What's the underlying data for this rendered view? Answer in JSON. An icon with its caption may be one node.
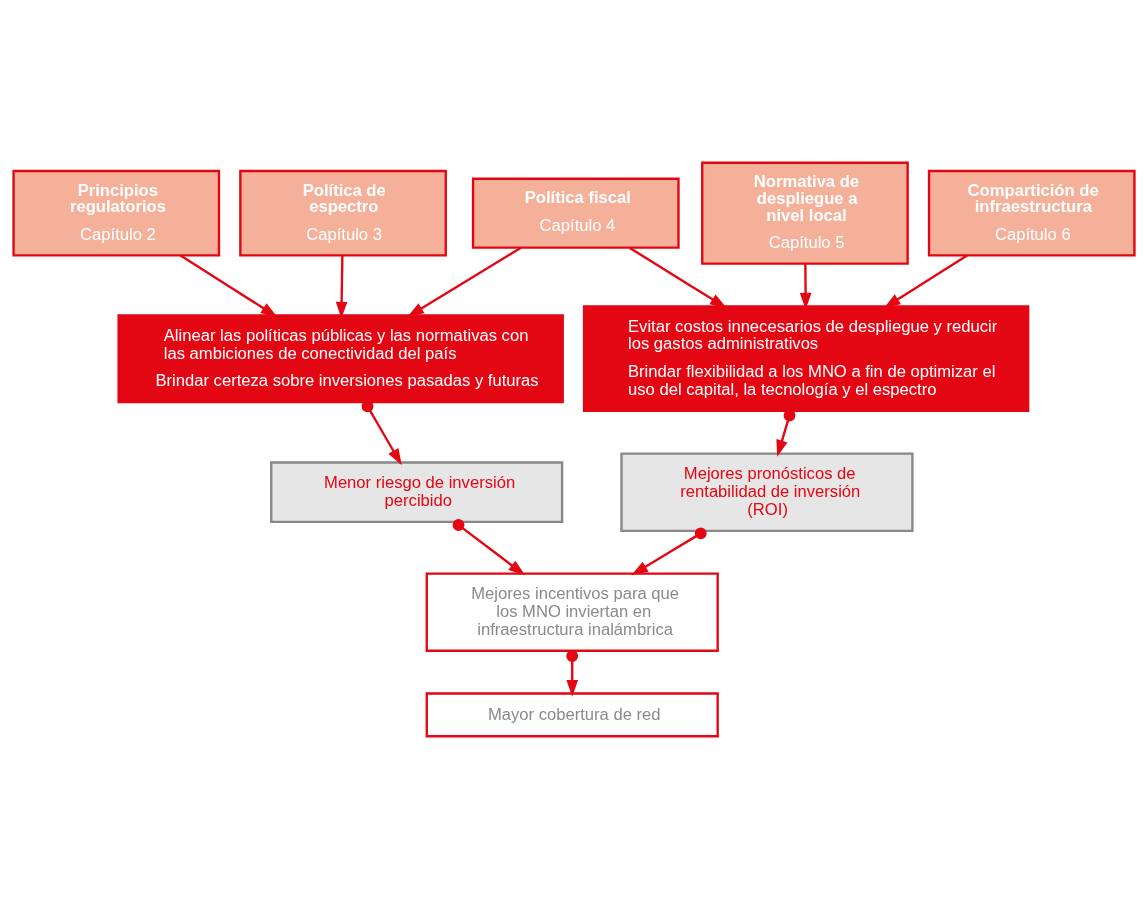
{
  "diagram": {
    "nodes": [
      {
        "text": [
          "Principios regulatorios",
          "Capítulo 2"
        ]
      },
      {
        "text": [
          "Política de espectro",
          "Capítulo 3"
        ]
      },
      {
        "text": [
          "Política fiscal",
          "Capítulo 4"
        ]
      },
      {
        "text": [
          "Normativa de despliegue a nivel local",
          "Capítulo 5"
        ]
      },
      {
        "text": [
          "Compartición de infraestructura",
          "Capítulo 6"
        ]
      },
      {
        "text": [
          "Alinear las políticas públicas y las normativas con las ambiciones de conectividad del país",
          "Brindar certeza sobre inversiones pasadas y futuras"
        ]
      },
      {
        "text": [
          "Evitar costos innecesarios de despliegue y reducir los gastos administrativos",
          "Brindar flexibilidad a los MNO a fin de optimizar el uso del capital, la tecnología y el espectro"
        ]
      },
      {
        "text": [
          "Menor riesgo de inversión percibido"
        ]
      },
      {
        "text": [
          "Mejores pronósticos de rentabilidad de inversión (ROI)"
        ]
      },
      {
        "text": [
          "Mejores incentivos para que los MNO inviertan en infraestructura inalámbrica"
        ]
      },
      {
        "text": [
          "Mayor cobertura de red"
        ]
      }
    ],
    "edges": [
      {
        "from": 0,
        "to": 5,
        "arrow": "to"
      },
      {
        "from": 1,
        "to": 5,
        "arrow": "to"
      },
      {
        "from": 2,
        "to": 5,
        "arrow": "to"
      },
      {
        "from": 2,
        "to": 6,
        "arrow": "to"
      },
      {
        "from": 3,
        "to": 6,
        "arrow": "to"
      },
      {
        "from": 4,
        "to": 6,
        "arrow": "to"
      },
      {
        "from": 5,
        "to": 7,
        "arrow": "to"
      },
      {
        "from": 6,
        "to": 8,
        "arrow": "to"
      },
      {
        "from": 7,
        "to": 9,
        "arrow": "to"
      },
      {
        "from": 8,
        "to": 9,
        "arrow": "to"
      },
      {
        "from": 9,
        "to": 10,
        "arrow": "to"
      }
    ]
  }
}
